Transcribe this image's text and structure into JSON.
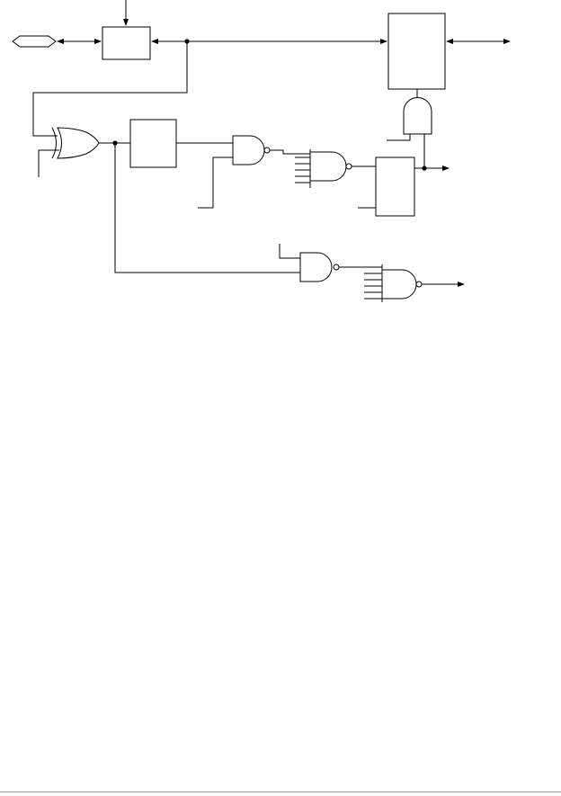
{
  "diagram": {
    "type": "logic-schematic",
    "labels": [],
    "colors": {
      "line": "#000000",
      "background": "#ffffff",
      "footer_rule": "#9a9a9a"
    },
    "components": [
      "io-pad",
      "input-block",
      "output-block",
      "xor-gate",
      "logic-block",
      "nand-gate",
      "wide-nand-gate",
      "register-block",
      "and-gate"
    ]
  }
}
